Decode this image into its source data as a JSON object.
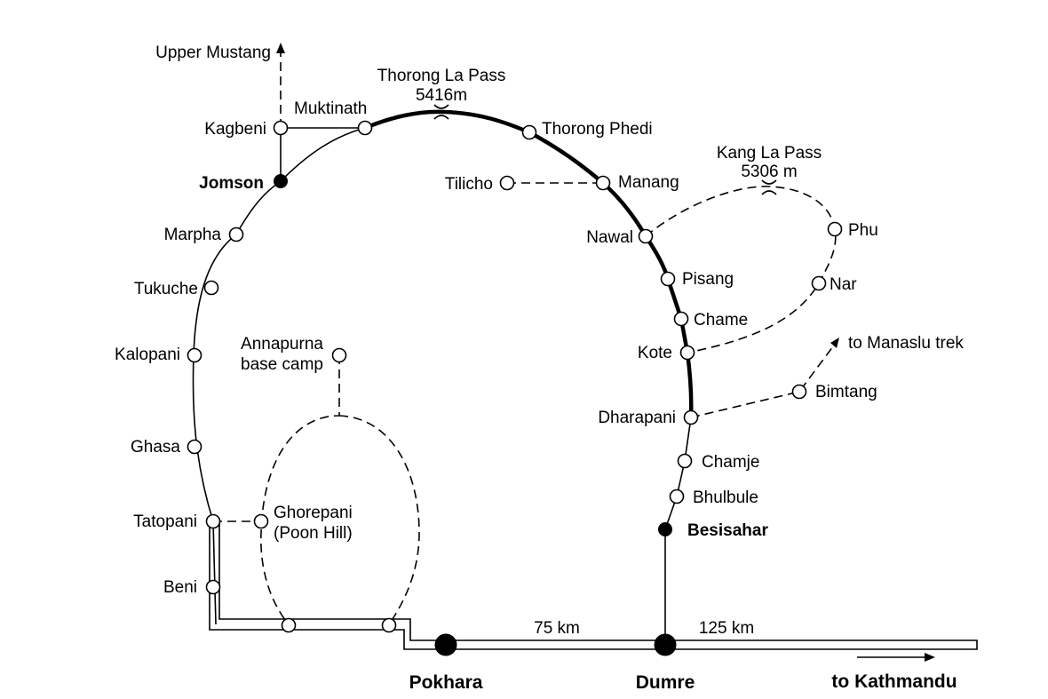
{
  "labels": {
    "upper_mustang": "Upper Mustang",
    "thorong_pass": "Thorong La Pass",
    "thorong_elev": "5416m",
    "muktinath": "Muktinath",
    "kagbeni": "Kagbeni",
    "jomson": "Jomson",
    "thorong_phedi": "Thorong Phedi",
    "tilicho": "Tilicho",
    "manang": "Manang",
    "kang_pass": "Kang La Pass",
    "kang_elev": "5306 m",
    "nawal": "Nawal",
    "phu": "Phu",
    "marpha": "Marpha",
    "pisang": "Pisang",
    "nar": "Nar",
    "tukuche": "Tukuche",
    "chame": "Chame",
    "abc_line1": "Annapurna",
    "abc_line2": "base camp",
    "to_manaslu": "to Manaslu trek",
    "kalopani": "Kalopani",
    "kote": "Kote",
    "bimtang": "Bimtang",
    "dharapani": "Dharapani",
    "ghasa": "Ghasa",
    "chamje": "Chamje",
    "bhulbule": "Bhulbule",
    "tatopani": "Tatopani",
    "ghorepani_line1": "Ghorepani",
    "ghorepani_line2": "(Poon Hill)",
    "besisahar": "Besisahar",
    "beni": "Beni",
    "dist_75": "75 km",
    "dist_125": "125 km",
    "pokhara": "Pokhara",
    "dumre": "Dumre",
    "to_kathmandu": "to Kathmandu"
  },
  "icons": {
    "arrow_up": "arrow-up-icon",
    "arrow_right": "arrow-right-icon",
    "pass_marker": "pass-marker-icon"
  },
  "colors": {
    "ink": "#000000",
    "paper": "#ffffff"
  }
}
